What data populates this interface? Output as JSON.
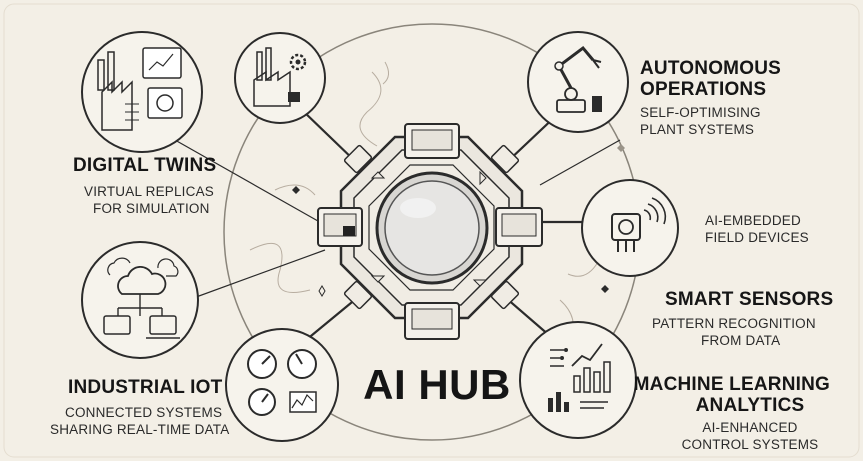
{
  "hub": {
    "title": "AI HUB"
  },
  "nodes": {
    "digital_twins": {
      "title": "DIGITAL TWINS",
      "line1": "VIRTUAL REPLICAS",
      "line2": "FOR SIMULATION"
    },
    "autonomous": {
      "title_line1": "AUTONOMOUS",
      "title_line2": "OPERATIONS",
      "line1": "SELF-OPTIMISING",
      "line2": "PLANT SYSTEMS"
    },
    "field_devices": {
      "line1": "AI-EMBEDDED",
      "line2": "FIELD DEVICES"
    },
    "smart_sensors": {
      "title": "SMART SENSORS",
      "line1": "PATTERN RECOGNITION",
      "line2": "FROM DATA"
    },
    "industrial_iot": {
      "title": "INDUSTRIAL IOT",
      "line1": "CONNECTED SYSTEMS",
      "line2": "SHARING REAL-TIME DATA"
    },
    "ml_analytics": {
      "title_line1": "MACHINE LEARNING",
      "title_line2": "ANALYTICS",
      "line1": "AI-ENHANCED",
      "line2": "CONTROL SYSTEMS"
    }
  },
  "icons": [
    "factory-monitor-icon",
    "factory-gear-icon",
    "robot-arm-icon",
    "wireless-sensor-icon",
    "cloud-network-icon",
    "gauges-icon",
    "analytics-charts-icon"
  ],
  "colors": {
    "background": "#f3efe6",
    "line": "#2b2b2b",
    "hub_fill": "#e9e6df",
    "lens": "#dcdcdc"
  }
}
